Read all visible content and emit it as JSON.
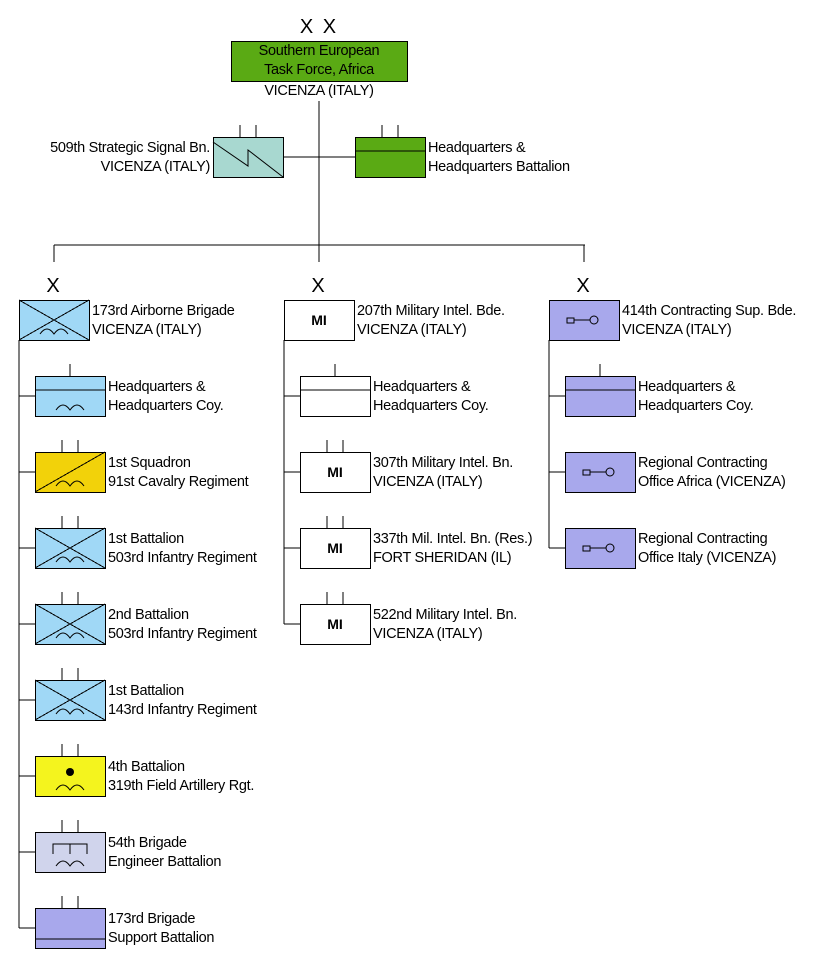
{
  "title": "Southern European Task Force, Africa organization chart",
  "colors": {
    "hq_green": "#5aaa14",
    "signal_teal": "#a8d8d0",
    "infantry_blue": "#a0d8f6",
    "cavalry_yellow": "#f2d20a",
    "artillery_yellow": "#f4f41e",
    "engineer_lavender": "#d0d4ec",
    "support_purple": "#a8a8ec",
    "mi_white": "#ffffff",
    "line": "#000000"
  },
  "top": {
    "echelon": "X X",
    "name_line1": "Southern European",
    "name_line2": "Task Force, Africa",
    "location": "VICENZA (ITALY)",
    "color_key": "hq_green"
  },
  "attached": [
    {
      "id": "signal",
      "line1": "509th Strategic Signal Bn.",
      "line2": "VICENZA (ITALY)",
      "symbol": "signal",
      "color_key": "signal_teal",
      "echelon_bars": 2
    },
    {
      "id": "hq-bn",
      "line1": "Headquarters &",
      "line2": "Headquarters Battalion",
      "symbol": "hq",
      "color_key": "hq_green",
      "echelon_bars": 2
    }
  ],
  "brigades": [
    {
      "id": "173rd",
      "echelon": "X",
      "line1": "173rd Airborne Brigade",
      "line2": "VICENZA (ITALY)",
      "symbol": "airborne-infantry",
      "color_key": "infantry_blue",
      "units": [
        {
          "line1": "Headquarters &",
          "line2": "Headquarters Coy.",
          "symbol": "hq-airborne",
          "color_key": "infantry_blue",
          "echelon_bars": 1
        },
        {
          "line1": "1st Squadron",
          "line2": "91st Cavalry Regiment",
          "symbol": "airborne-cavalry",
          "color_key": "cavalry_yellow",
          "echelon_bars": 2
        },
        {
          "line1": "1st Battalion",
          "line2": "503rd Infantry Regiment",
          "symbol": "airborne-infantry",
          "color_key": "infantry_blue",
          "echelon_bars": 2
        },
        {
          "line1": "2nd Battalion",
          "line2": "503rd Infantry Regiment",
          "symbol": "airborne-infantry",
          "color_key": "infantry_blue",
          "echelon_bars": 2
        },
        {
          "line1": "1st Battalion",
          "line2": "143rd Infantry Regiment",
          "symbol": "airborne-infantry",
          "color_key": "infantry_blue",
          "echelon_bars": 2
        },
        {
          "line1": "4th Battalion",
          "line2": "319th Field Artillery Rgt.",
          "symbol": "airborne-artillery",
          "color_key": "artillery_yellow",
          "echelon_bars": 2
        },
        {
          "line1": "54th Brigade",
          "line2": "Engineer Battalion",
          "symbol": "airborne-engineer",
          "color_key": "engineer_lavender",
          "echelon_bars": 2
        },
        {
          "line1": "173rd Brigade",
          "line2": "Support Battalion",
          "symbol": "support",
          "color_key": "support_purple",
          "echelon_bars": 2
        }
      ]
    },
    {
      "id": "207th",
      "echelon": "X",
      "line1": "207th Military Intel. Bde.",
      "line2": "VICENZA (ITALY)",
      "symbol": "mi",
      "symbol_text": "MI",
      "color_key": "mi_white",
      "units": [
        {
          "line1": "Headquarters &",
          "line2": "Headquarters Coy.",
          "symbol": "hq",
          "color_key": "mi_white",
          "echelon_bars": 1
        },
        {
          "line1": "307th Military Intel. Bn.",
          "line2": "VICENZA (ITALY)",
          "symbol": "mi",
          "symbol_text": "MI",
          "color_key": "mi_white",
          "echelon_bars": 2
        },
        {
          "line1": "337th Mil. Intel. Bn. (Res.)",
          "line2": "FORT SHERIDAN (IL)",
          "symbol": "mi",
          "symbol_text": "MI",
          "color_key": "mi_white",
          "echelon_bars": 2
        },
        {
          "line1": "522nd Military Intel. Bn.",
          "line2": "VICENZA (ITALY)",
          "symbol": "mi",
          "symbol_text": "MI",
          "color_key": "mi_white",
          "echelon_bars": 2
        }
      ]
    },
    {
      "id": "414th",
      "echelon": "X",
      "line1": "414th Contracting Sup. Bde.",
      "line2": "VICENZA (ITALY)",
      "symbol": "contracting",
      "color_key": "support_purple",
      "units": [
        {
          "line1": "Headquarters &",
          "line2": "Headquarters Coy.",
          "symbol": "hq",
          "color_key": "support_purple",
          "echelon_bars": 1
        },
        {
          "line1": "Regional Contracting",
          "line2": "Office Africa (VICENZA)",
          "symbol": "contracting",
          "color_key": "support_purple",
          "echelon_bars": 0
        },
        {
          "line1": "Regional Contracting",
          "line2": "Office Italy (VICENZA)",
          "symbol": "contracting",
          "color_key": "support_purple",
          "echelon_bars": 0
        }
      ]
    }
  ]
}
